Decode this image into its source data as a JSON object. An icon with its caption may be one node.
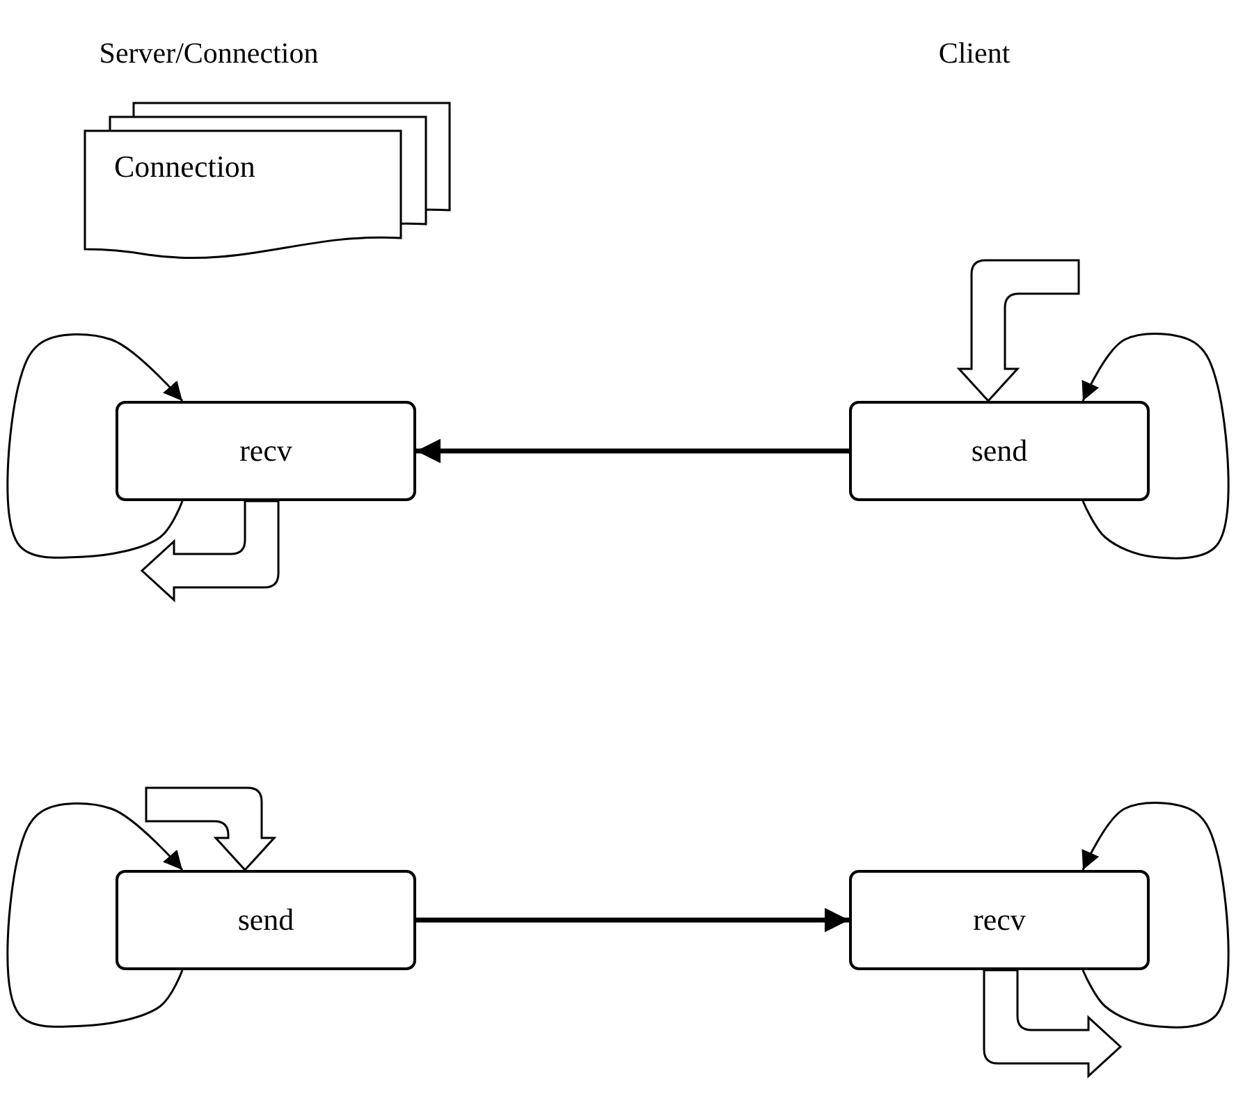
{
  "diagram": {
    "nodes": [
      {
        "text": [
          "Connection"
        ]
      },
      {
        "text": [
          "recv"
        ]
      },
      {
        "text": [
          "send"
        ]
      },
      {
        "text": [
          "send"
        ]
      },
      {
        "text": [
          "recv"
        ]
      }
    ],
    "edges": [
      {
        "from": 2,
        "to": 1,
        "arrow": "to",
        "style": "thick"
      },
      {
        "from": 1,
        "to": 1,
        "arrow": "to"
      },
      {
        "from": 2,
        "to": 2,
        "arrow": "to"
      },
      {
        "from": null,
        "to": 2,
        "arrow": "to",
        "style": "thick"
      },
      {
        "from": 1,
        "to": null,
        "arrow": "to",
        "style": "thick"
      },
      {
        "from": 3,
        "to": 4,
        "arrow": "to",
        "style": "thick"
      },
      {
        "from": 3,
        "to": 3,
        "arrow": "to"
      },
      {
        "from": 4,
        "to": 4,
        "arrow": "to"
      },
      {
        "from": null,
        "to": 3,
        "arrow": "to",
        "style": "thick"
      },
      {
        "from": 4,
        "to": null,
        "arrow": "to",
        "style": "thick"
      }
    ],
    "labels": [
      "Server/Connection",
      "Client"
    ]
  }
}
